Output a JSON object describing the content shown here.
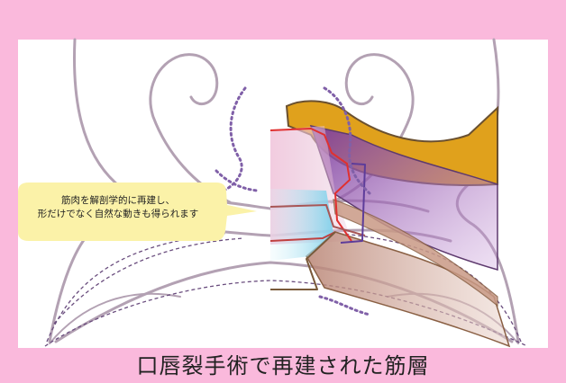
{
  "caption": "口唇裂手術で再建された筋層",
  "callout": {
    "line1": "筋肉を解剖学的に再建し、",
    "line2": "形だけでなく自然な動きも得られます"
  },
  "colors": {
    "frame": "#fab9dc",
    "callout_bubble": "#fbf2a8",
    "outline": "#b3a1b3",
    "muscle_orange": "#e0a11c",
    "muscle_purple": "#9b59b6",
    "muscle_brown": "#c99a86",
    "muscle_blue": "#a6e3f0",
    "repair_red": "#e03030",
    "dotted_purple": "#8060a8"
  }
}
